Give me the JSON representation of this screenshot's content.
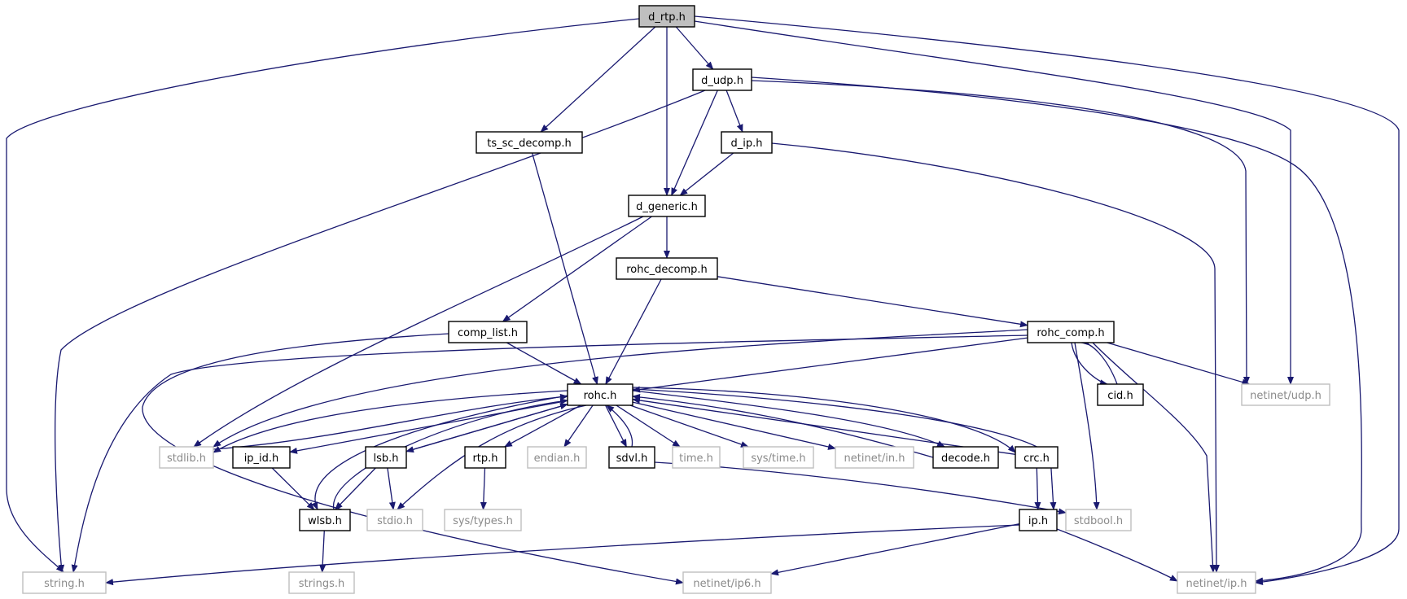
{
  "title": "",
  "colors": {
    "edge": "#191970",
    "project_border": "#000000",
    "system_border": "#bfbfbf",
    "system_text": "#8a8a8a",
    "current_fill": "#bfbfbf"
  },
  "nodes": [
    {
      "id": "d_rtp",
      "label": "d_rtp.h",
      "kind": "current"
    },
    {
      "id": "d_udp",
      "label": "d_udp.h",
      "kind": "project"
    },
    {
      "id": "ts_sc_decomp",
      "label": "ts_sc_decomp.h",
      "kind": "project"
    },
    {
      "id": "d_ip",
      "label": "d_ip.h",
      "kind": "project"
    },
    {
      "id": "d_generic",
      "label": "d_generic.h",
      "kind": "project"
    },
    {
      "id": "rohc_decomp",
      "label": "rohc_decomp.h",
      "kind": "project"
    },
    {
      "id": "comp_list",
      "label": "comp_list.h",
      "kind": "project"
    },
    {
      "id": "rohc_comp",
      "label": "rohc_comp.h",
      "kind": "project"
    },
    {
      "id": "rohc",
      "label": "rohc.h",
      "kind": "project"
    },
    {
      "id": "cid",
      "label": "cid.h",
      "kind": "project"
    },
    {
      "id": "udp",
      "label": "netinet/udp.h",
      "kind": "system"
    },
    {
      "id": "stdlib",
      "label": "stdlib.h",
      "kind": "system"
    },
    {
      "id": "ip_id",
      "label": "ip_id.h",
      "kind": "project"
    },
    {
      "id": "lsb",
      "label": "lsb.h",
      "kind": "project"
    },
    {
      "id": "rtp",
      "label": "rtp.h",
      "kind": "project"
    },
    {
      "id": "endian",
      "label": "endian.h",
      "kind": "system"
    },
    {
      "id": "sdvl",
      "label": "sdvl.h",
      "kind": "project"
    },
    {
      "id": "time",
      "label": "time.h",
      "kind": "system"
    },
    {
      "id": "systime",
      "label": "sys/time.h",
      "kind": "system"
    },
    {
      "id": "netin",
      "label": "netinet/in.h",
      "kind": "system"
    },
    {
      "id": "decode",
      "label": "decode.h",
      "kind": "project"
    },
    {
      "id": "crc",
      "label": "crc.h",
      "kind": "project"
    },
    {
      "id": "wlsb",
      "label": "wlsb.h",
      "kind": "project"
    },
    {
      "id": "stdio",
      "label": "stdio.h",
      "kind": "system"
    },
    {
      "id": "systypes",
      "label": "sys/types.h",
      "kind": "system"
    },
    {
      "id": "stdbool",
      "label": "stdbool.h",
      "kind": "system"
    },
    {
      "id": "ip",
      "label": "ip.h",
      "kind": "project"
    },
    {
      "id": "string",
      "label": "string.h",
      "kind": "system"
    },
    {
      "id": "strings",
      "label": "strings.h",
      "kind": "system"
    },
    {
      "id": "ip6",
      "label": "netinet/ip6.h",
      "kind": "system"
    },
    {
      "id": "netip",
      "label": "netinet/ip.h",
      "kind": "system"
    }
  ],
  "edges": [
    {
      "from": "d_rtp",
      "to": "d_udp"
    },
    {
      "from": "d_rtp",
      "to": "ts_sc_decomp"
    },
    {
      "from": "d_rtp",
      "to": "d_generic"
    },
    {
      "from": "d_rtp",
      "to": "string"
    },
    {
      "from": "d_rtp",
      "to": "udp"
    },
    {
      "from": "d_rtp",
      "to": "netip"
    },
    {
      "from": "d_udp",
      "to": "d_ip"
    },
    {
      "from": "d_udp",
      "to": "d_generic"
    },
    {
      "from": "d_udp",
      "to": "string"
    },
    {
      "from": "d_udp",
      "to": "udp"
    },
    {
      "from": "d_udp",
      "to": "netip"
    },
    {
      "from": "ts_sc_decomp",
      "to": "rohc"
    },
    {
      "from": "d_ip",
      "to": "d_generic"
    },
    {
      "from": "d_ip",
      "to": "netip"
    },
    {
      "from": "d_generic",
      "to": "rohc_decomp"
    },
    {
      "from": "d_generic",
      "to": "comp_list"
    },
    {
      "from": "d_generic",
      "to": "stdlib"
    },
    {
      "from": "rohc_decomp",
      "to": "rohc_comp"
    },
    {
      "from": "rohc_decomp",
      "to": "rohc"
    },
    {
      "from": "comp_list",
      "to": "rohc"
    },
    {
      "from": "comp_list",
      "to": "ip6"
    },
    {
      "from": "rohc_comp",
      "to": "rohc"
    },
    {
      "from": "rohc_comp",
      "to": "cid"
    },
    {
      "from": "rohc_comp",
      "to": "udp"
    },
    {
      "from": "rohc_comp",
      "to": "stdlib"
    },
    {
      "from": "rohc_comp",
      "to": "string"
    },
    {
      "from": "rohc_comp",
      "to": "stdbool"
    },
    {
      "from": "rohc_comp",
      "to": "netip"
    },
    {
      "from": "cid",
      "to": "rohc_comp"
    },
    {
      "from": "rohc",
      "to": "stdlib"
    },
    {
      "from": "rohc",
      "to": "ip_id"
    },
    {
      "from": "rohc",
      "to": "lsb"
    },
    {
      "from": "rohc",
      "to": "wlsb"
    },
    {
      "from": "rohc",
      "to": "stdio"
    },
    {
      "from": "rohc",
      "to": "rtp"
    },
    {
      "from": "rohc",
      "to": "endian"
    },
    {
      "from": "rohc",
      "to": "sdvl"
    },
    {
      "from": "rohc",
      "to": "time"
    },
    {
      "from": "rohc",
      "to": "systime"
    },
    {
      "from": "rohc",
      "to": "netin"
    },
    {
      "from": "rohc",
      "to": "decode"
    },
    {
      "from": "rohc",
      "to": "crc"
    },
    {
      "from": "rohc",
      "to": "ip"
    },
    {
      "from": "stdlib",
      "to": "rohc"
    },
    {
      "from": "lsb",
      "to": "rohc"
    },
    {
      "from": "lsb",
      "to": "wlsb"
    },
    {
      "from": "lsb",
      "to": "stdio"
    },
    {
      "from": "ip_id",
      "to": "wlsb"
    },
    {
      "from": "wlsb",
      "to": "rohc"
    },
    {
      "from": "wlsb",
      "to": "strings"
    },
    {
      "from": "sdvl",
      "to": "rohc"
    },
    {
      "from": "sdvl",
      "to": "stdbool"
    },
    {
      "from": "decode",
      "to": "rohc"
    },
    {
      "from": "crc",
      "to": "rohc"
    },
    {
      "from": "crc",
      "to": "ip"
    },
    {
      "from": "rtp",
      "to": "systypes"
    },
    {
      "from": "ip",
      "to": "string"
    },
    {
      "from": "ip",
      "to": "ip6"
    },
    {
      "from": "ip",
      "to": "netip"
    }
  ]
}
